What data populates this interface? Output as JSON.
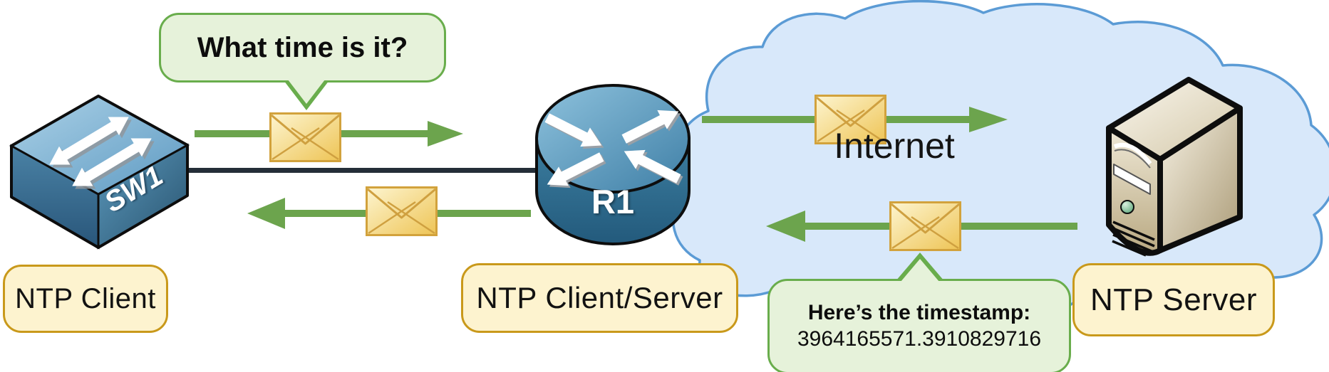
{
  "bubbles": {
    "question": "What time is it?",
    "answer_heading": "Here’s the timestamp:",
    "answer_value": "3964165571.3910829716"
  },
  "cloud": {
    "label": "Internet"
  },
  "devices": {
    "switch_name": "SW1",
    "router_name": "R1"
  },
  "roles": {
    "switch": "NTP Client",
    "router": "NTP Client/Server",
    "server": "NTP Server"
  },
  "icons": {
    "switch": "cisco-switch-cube",
    "router": "cisco-router-cylinder",
    "server": "tower-server",
    "message": "envelope",
    "network": "cloud"
  },
  "colors": {
    "arrow_green": "#6ca44d",
    "bubble_fill": "#e6f2da",
    "bubble_border": "#69ad4c",
    "label_fill": "#fdf3cf",
    "label_border": "#c9991b",
    "cloud_fill": "#d8e8fa",
    "cloud_border": "#5b9bd5",
    "envelope_fill": "#f3d879",
    "envelope_border": "#d2a23c",
    "link_line": "#242e38",
    "device_blue": "#4a86ab"
  }
}
